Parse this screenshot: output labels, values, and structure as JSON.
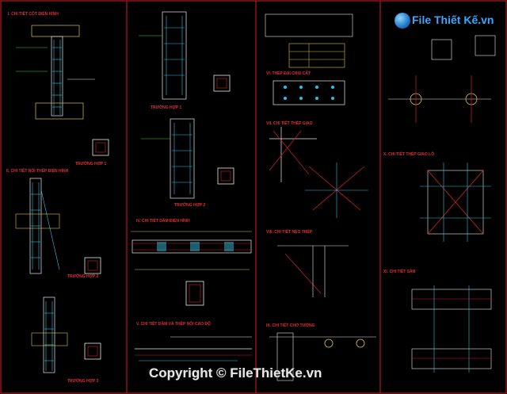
{
  "watermark": {
    "logo_text": "File Thiết Kế.vn",
    "copyright": "Copyright © FileThietKe.vn"
  },
  "labels": {
    "col1_h1": "I. CHI TIẾT CỘT ĐIỂN HÌNH",
    "col1_h2": "II. CHI TIẾT NỐI THÉP ĐIỂN HÌNH",
    "col1_case1": "TRƯỜNG HỢP 1",
    "col1_case2": "TRƯỜNG HỢP 2",
    "col1_case3": "TRƯỜNG HỢP 3",
    "col2_case1": "TRƯỜNG HỢP 1",
    "col2_case2": "TRƯỜNG HỢP 2",
    "col2_h4": "IV. CHI TIẾT DẦM ĐIỂN HÌNH",
    "col2_h5": "V. CHI TIẾT DẦM VÀ THÉP NỐI CAO ĐỘ",
    "col3_h6": "VI. THÉP ĐAI CHỊU CẮT",
    "col3_h7": "VII. CHI TIẾT THÉP GIAO",
    "col3_h8": "VIII. CHI TIẾT NEO THÉP",
    "col3_h9": "IX. CHI TIẾT CHỜ TƯỜNG",
    "col4_h10": "X. CHI TIẾT THÉP GIAO LỖ",
    "col4_h11": "XI. CHI TIẾT SÀN"
  }
}
